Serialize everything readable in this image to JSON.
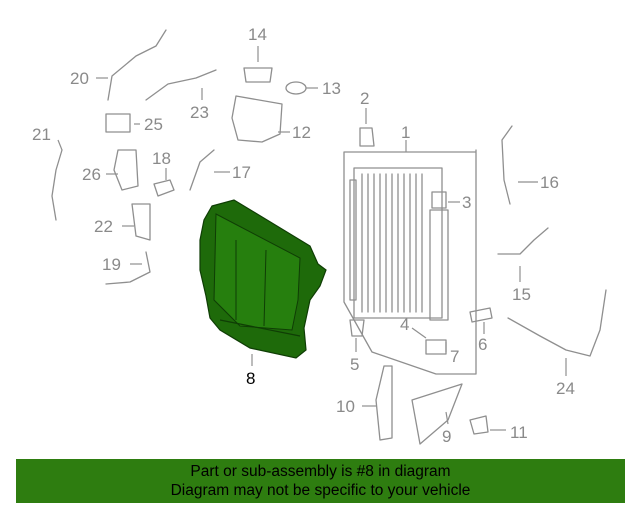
{
  "diagram": {
    "callouts": [
      "1",
      "2",
      "3",
      "4",
      "5",
      "6",
      "7",
      "8",
      "9",
      "10",
      "11",
      "12",
      "13",
      "14",
      "15",
      "16",
      "17",
      "18",
      "19",
      "20",
      "21",
      "22",
      "23",
      "24",
      "25",
      "26"
    ],
    "highlight_callout": "8",
    "colors": {
      "highlight": "#1e6a0a",
      "line": "#8f8f8f",
      "banner": "#2e7d10"
    }
  },
  "banner": {
    "line1": "Part or sub-assembly is #8 in diagram",
    "line2": "Diagram may not be specific to your vehicle"
  }
}
